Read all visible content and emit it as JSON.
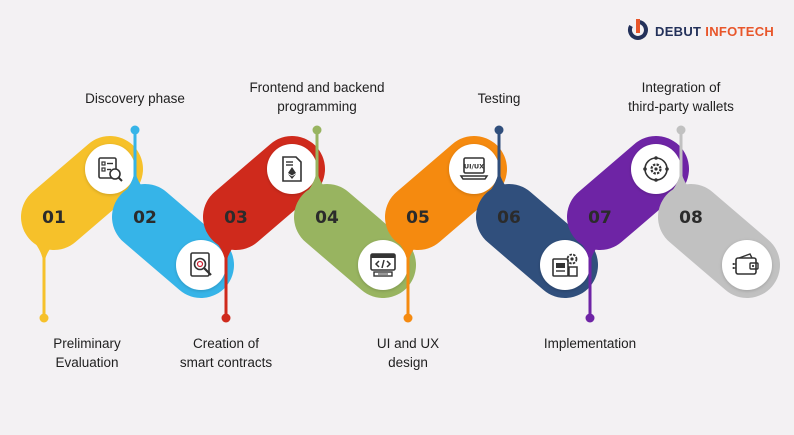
{
  "brand": {
    "name_part1": "DEBUT",
    "name_part2": "INFOTECH",
    "accent": "#e8562a",
    "primary": "#23315a"
  },
  "steps": [
    {
      "num": "01",
      "label_line1": "Preliminary",
      "label_line2": "Evaluation",
      "color": "#f6c12a",
      "icon": "checklist-search-icon",
      "icon_pos": "top"
    },
    {
      "num": "02",
      "label_line1": "Discovery phase",
      "label_line2": "",
      "color": "#36b4e8",
      "icon": "document-search-icon",
      "icon_pos": "bottom"
    },
    {
      "num": "03",
      "label_line1": "Creation of",
      "label_line2": "smart contracts",
      "color": "#cf2a1c",
      "icon": "ethereum-contract-icon",
      "icon_pos": "top"
    },
    {
      "num": "04",
      "label_line1": "Frontend and backend",
      "label_line2": "programming",
      "color": "#98b460",
      "icon": "code-monitor-icon",
      "icon_pos": "bottom"
    },
    {
      "num": "05",
      "label_line1": "UI and UX",
      "label_line2": "design",
      "color": "#f58a0f",
      "icon": "ui-ux-laptop-icon",
      "icon_pos": "top"
    },
    {
      "num": "06",
      "label_line1": "Testing",
      "label_line2": "",
      "color": "#304f7c",
      "icon": "testing-gear-icon",
      "icon_pos": "bottom"
    },
    {
      "num": "07",
      "label_line1": "Implementation",
      "label_line2": "",
      "color": "#6e24a5",
      "icon": "gear-cycle-icon",
      "icon_pos": "top"
    },
    {
      "num": "08",
      "label_line1": "Integration of",
      "label_line2": "third-party wallets",
      "color": "#c1c1c1",
      "icon": "wallet-network-icon",
      "icon_pos": "bottom"
    }
  ]
}
